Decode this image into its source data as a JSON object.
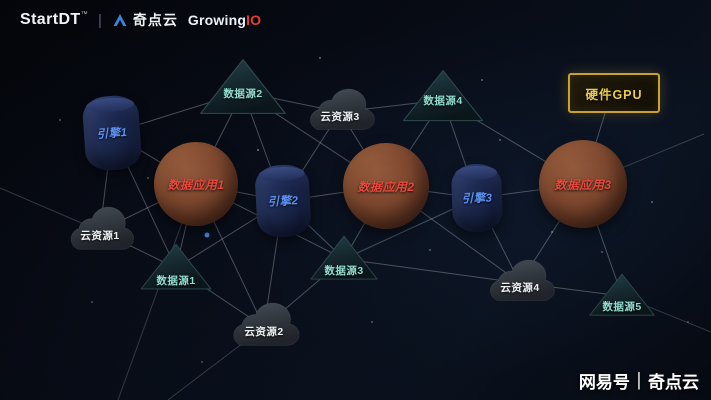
{
  "header": {
    "startdt": "StartDT",
    "trademark": "™",
    "separator": "|",
    "qidianyun": "奇点云",
    "growing": "Growing",
    "io": "IO"
  },
  "diagram": {
    "nodes": {
      "engine1": {
        "label": "引擎1",
        "type": "engine"
      },
      "engine2": {
        "label": "引擎2",
        "type": "engine"
      },
      "engine3": {
        "label": "引擎3",
        "type": "engine"
      },
      "ds1": {
        "label": "数据源1",
        "type": "datasource"
      },
      "ds2": {
        "label": "数据源2",
        "type": "datasource"
      },
      "ds3": {
        "label": "数据源3",
        "type": "datasource"
      },
      "ds4": {
        "label": "数据源4",
        "type": "datasource"
      },
      "ds5": {
        "label": "数据源5",
        "type": "datasource"
      },
      "cloud1": {
        "label": "云资源1",
        "type": "cloud"
      },
      "cloud2": {
        "label": "云资源2",
        "type": "cloud"
      },
      "cloud3": {
        "label": "云资源3",
        "type": "cloud"
      },
      "cloud4": {
        "label": "云资源4",
        "type": "cloud"
      },
      "app1": {
        "label": "数据应用1",
        "type": "application"
      },
      "app2": {
        "label": "数据应用2",
        "type": "application"
      },
      "app3": {
        "label": "数据应用3",
        "type": "application"
      },
      "gpu": {
        "label": "硬件GPU",
        "type": "hardware"
      }
    },
    "edges": [
      [
        "engine1",
        "ds2"
      ],
      [
        "engine1",
        "app1"
      ],
      [
        "engine1",
        "cloud1"
      ],
      [
        "engine1",
        "ds1"
      ],
      [
        "ds2",
        "app1"
      ],
      [
        "ds2",
        "engine2"
      ],
      [
        "ds2",
        "cloud3"
      ],
      [
        "ds2",
        "app2"
      ],
      [
        "cloud3",
        "engine2"
      ],
      [
        "cloud3",
        "app2"
      ],
      [
        "cloud3",
        "ds4"
      ],
      [
        "ds4",
        "app2"
      ],
      [
        "ds4",
        "engine3"
      ],
      [
        "ds4",
        "app3"
      ],
      [
        "gpu",
        "app3"
      ],
      [
        "app1",
        "engine2"
      ],
      [
        "app1",
        "cloud1"
      ],
      [
        "app1",
        "ds1"
      ],
      [
        "app1",
        "cloud2"
      ],
      [
        "app1",
        "ds3"
      ],
      [
        "engine2",
        "ds3"
      ],
      [
        "engine2",
        "cloud2"
      ],
      [
        "engine2",
        "app2"
      ],
      [
        "engine2",
        "ds1"
      ],
      [
        "app2",
        "ds3"
      ],
      [
        "app2",
        "engine3"
      ],
      [
        "app2",
        "cloud4"
      ],
      [
        "engine3",
        "cloud4"
      ],
      [
        "engine3",
        "app3"
      ],
      [
        "engine3",
        "ds3"
      ],
      [
        "app3",
        "cloud4"
      ],
      [
        "app3",
        "ds5"
      ],
      [
        "cloud4",
        "ds5"
      ],
      [
        "cloud1",
        "ds1"
      ],
      [
        "ds1",
        "cloud2"
      ],
      [
        "cloud2",
        "ds3"
      ],
      [
        "ds3",
        "cloud4"
      ]
    ]
  },
  "watermark": {
    "platform": "网易号",
    "separator": "|",
    "account": "奇点云"
  },
  "colors": {
    "engine_text": "#5b8ff0",
    "datasource_text": "#93dccf",
    "cloud_text": "#eef1f4",
    "application_text": "#e8473c",
    "gpu_text": "#eac94e",
    "gpu_border": "#c8a22c",
    "growingio_accent": "#e2402f",
    "qidian_logo_blue": "#3b82d8",
    "edge_line": "#cfd9e2"
  }
}
